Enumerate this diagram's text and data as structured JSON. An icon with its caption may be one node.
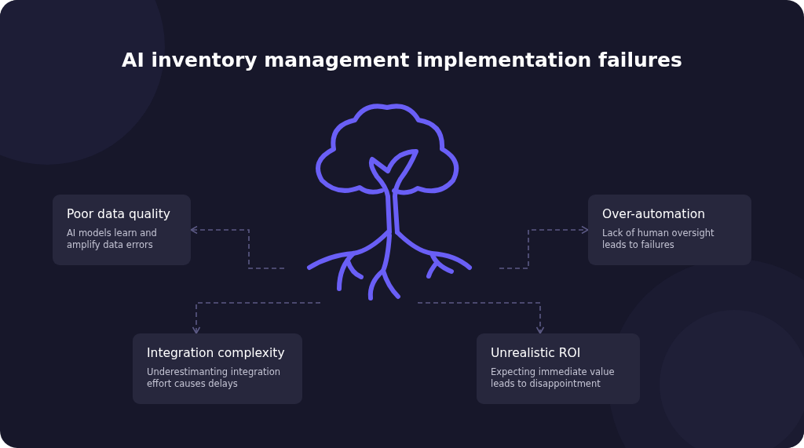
{
  "diagram": {
    "title": "AI inventory management implementation failures",
    "nodes": [
      {
        "text": [],
        "shape": "picture"
      },
      {
        "text": [
          "Poor data quality",
          "AI models learn and amplify data errors"
        ]
      },
      {
        "text": [
          "Over-automation",
          "Lack of human oversight leads to failures"
        ]
      },
      {
        "text": [
          "Integration complexity",
          "Underestimanting integration effort causes delays"
        ]
      },
      {
        "text": [
          "Unrealistic ROI",
          "Expecting immediate value leads to disappointment"
        ]
      }
    ],
    "edges": [
      {
        "from": 0,
        "to": 1,
        "arrow": "to",
        "style": "dashed"
      },
      {
        "from": 0,
        "to": 2,
        "arrow": "to",
        "style": "dashed"
      },
      {
        "from": 0,
        "to": 3,
        "arrow": "to",
        "style": "dashed"
      },
      {
        "from": 0,
        "to": 4,
        "arrow": "to",
        "style": "dashed"
      }
    ]
  }
}
